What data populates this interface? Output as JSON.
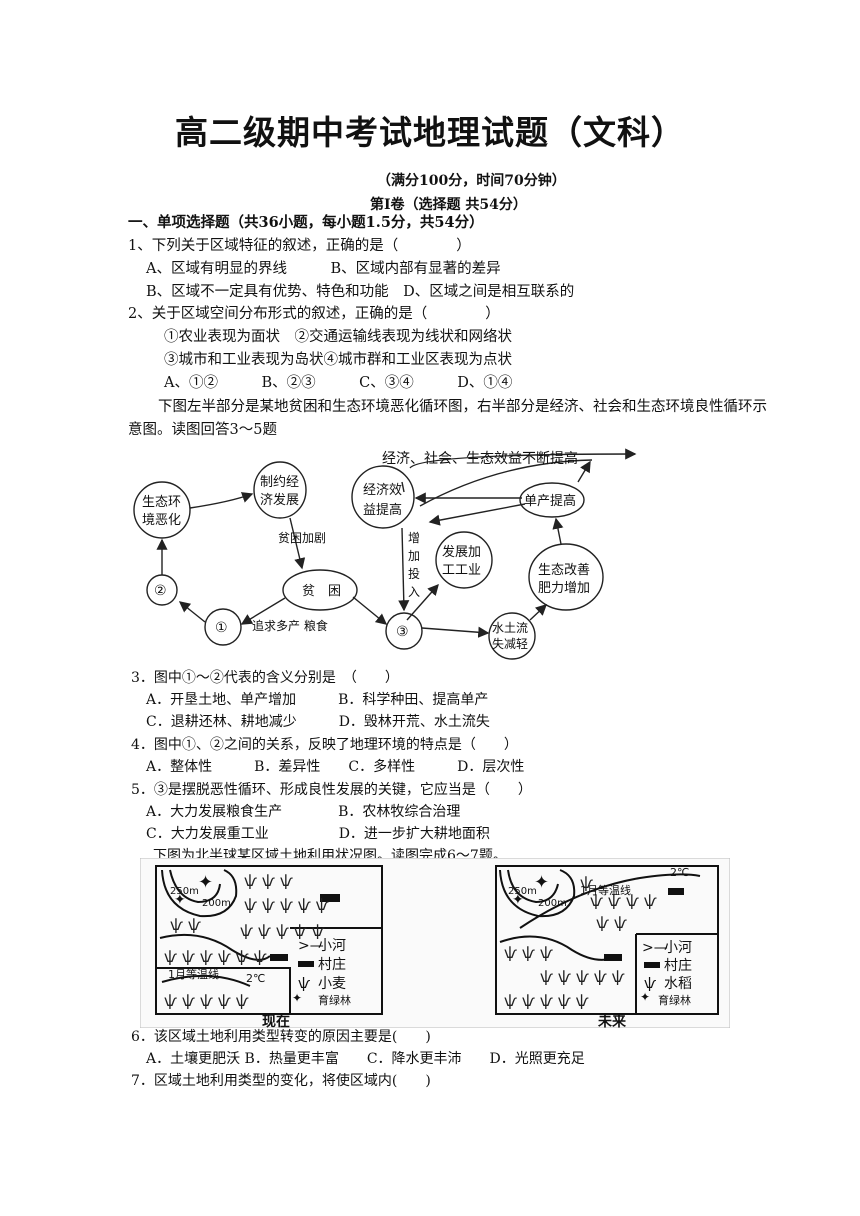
{
  "title": "高二级期中考试地理试题（文科）",
  "score_note": "（满分100分，时间70分钟）",
  "volume_title": "第Ⅰ卷（选择题 共54分）",
  "section1": "一、单项选择题（共36小题，每小题1.5分，共54分）",
  "q1": {
    "stem": "1、下列关于区域特征的叙述，正确的是（　　　　）",
    "row1": "A、区域有明显的界线　　　B、区域内部有显著的差异",
    "row2": "B、区域不一定具有优势、特色和功能　D、区域之间是相互联系的"
  },
  "q2": {
    "stem": "2、关于区域空间分布形式的叙述，正确的是（　　　　）",
    "row1": "①农业表现为面状　②交通运输线表现为线状和网络状",
    "row2": "③城市和工业表现为岛状④城市群和工业区表现为点状",
    "row3": "A、①②　　　B、②③　　　C、③④　　　D、①④"
  },
  "intro1": "下图左半部分是某地贫困和生态环境恶化循环图，右半部分是经济、社会和生态环境良性循环示意图。读图回答3～5题",
  "diagram1": {
    "top_label": "经济、社会、生态效益不断提高",
    "n_eco_bad_1": "生态环",
    "n_eco_bad_2": "境恶化",
    "n_restrict_1": "制约经",
    "n_restrict_2": "济发展",
    "poverty_worse": "贫困加剧",
    "n_poverty": "贫　困",
    "n_c2": "②",
    "n_c1": "①",
    "grain": "追求多产 粮食",
    "n_c3": "③",
    "n_econ_1": "经济效",
    "n_econ_2": "益提高",
    "increase_1": "增",
    "increase_2": "加",
    "increase_3": "投",
    "increase_4": "入",
    "n_industry_1": "发展加",
    "n_industry_2": "工工业",
    "n_yield": "单产提高",
    "n_eco_good_1": "生态改善",
    "n_eco_good_2": "肥力增加",
    "n_soil_1": "水土流",
    "n_soil_2": "失减轻"
  },
  "q3": {
    "stem": "3．图中①～②代表的含义分别是　（　　）",
    "row1": "A．开垦土地、单产增加　　　B．科学种田、提高单产",
    "row2": "C．退耕还林、耕地减少　　　D．毁林开荒、水土流失"
  },
  "q4": {
    "stem": "4．图中①、②之间的关系，反映了地理环境的特点是（　　）",
    "row1": "A．整体性　　　B．差异性　　C．多样性　　　D．层次性"
  },
  "q5": {
    "stem": "5．③是摆脱恶性循环、形成良性发展的关键，它应当是（　　）",
    "row1": "A．大力发展粮食生产　　　　B．农林牧综合治理",
    "row2": "C．大力发展重工业　　　　　D．进一步扩大耕地面积"
  },
  "intro2": "下图为北半球某区域土地利用状况图。读图完成6～7题。",
  "diagram2": {
    "contour_250": "250m",
    "contour_200": "200m",
    "isotherm_now": "1月等温线",
    "temp_now": "2℃",
    "isotherm_future": "1月等温线",
    "temp_future": "2℃",
    "legend_river": "小河",
    "legend_village": "村庄",
    "legend_wheat": "小麦",
    "legend_rice": "水稻",
    "legend_forest": "育绿林",
    "caption_now": "现在",
    "caption_future": "未来"
  },
  "q6": {
    "stem": "6．该区域土地利用类型转变的原因主要是(　　)",
    "row1": "A．土壤更肥沃 B．热量更丰富　　C．降水更丰沛　　D．光照更充足"
  },
  "q7": {
    "stem": "7．区域土地利用类型的变化，将使区域内(　　)"
  }
}
